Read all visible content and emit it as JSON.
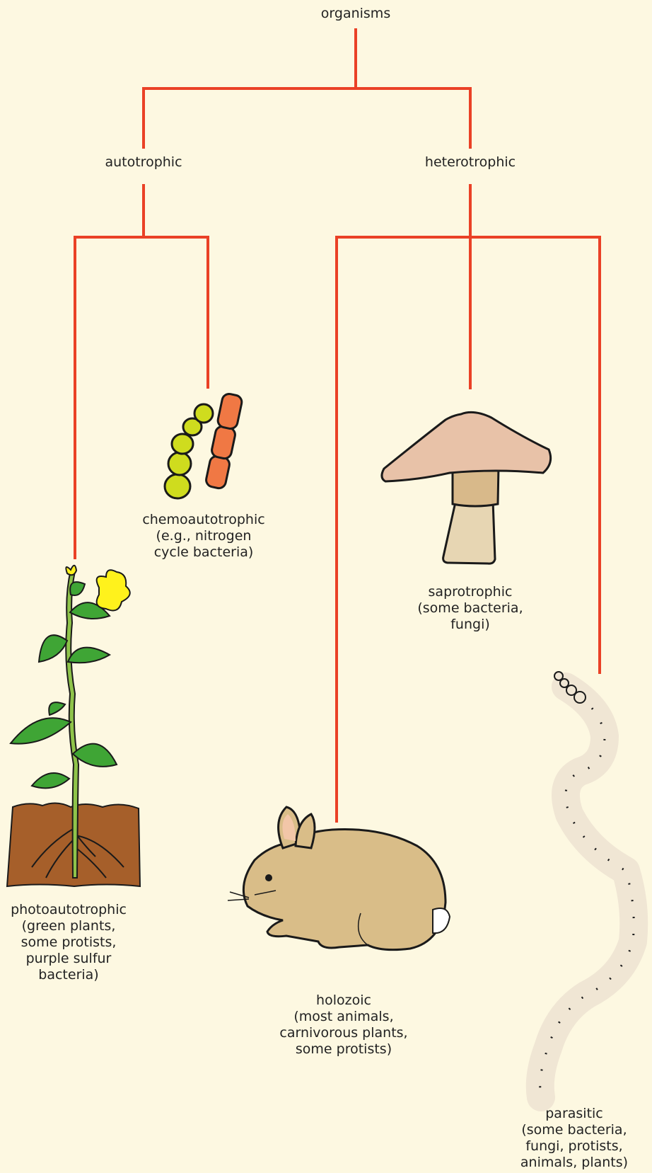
{
  "colors": {
    "background": "#fdf8e1",
    "tree_line": "#ea4126",
    "outline": "#1a1a1a",
    "leaf_green": "#3fa535",
    "flower_yellow": "#fff21c",
    "soil_brown": "#a65f2a",
    "bacteria_yellow_green": "#cfdc1e",
    "bacteria_orange": "#f07844",
    "mushroom_cap": "#e8c2a8",
    "mushroom_stem": "#e7d6b3",
    "rabbit_fur": "#d9bd88",
    "worm_segment": "#f0e6d4"
  },
  "nodes": {
    "root": {
      "label": "organisms"
    },
    "autotrophic": {
      "label": "autotrophic"
    },
    "heterotrophic": {
      "label": "heterotrophic"
    },
    "photoautotrophic": {
      "icon": "plant-icon",
      "lines": [
        "photoautotrophic",
        "(green plants,",
        "some protists,",
        "purple sulfur",
        "bacteria)"
      ]
    },
    "chemoautotrophic": {
      "icon": "bacteria-icon",
      "lines": [
        "chemoautotrophic",
        "(e.g., nitrogen",
        "cycle bacteria)"
      ]
    },
    "holozoic": {
      "icon": "rabbit-icon",
      "lines": [
        "holozoic",
        "(most animals,",
        "carnivorous plants,",
        "some protists)"
      ]
    },
    "saprotrophic": {
      "icon": "mushroom-icon",
      "lines": [
        "saprotrophic",
        "(some bacteria,",
        "fungi)"
      ]
    },
    "parasitic": {
      "icon": "worm-icon",
      "lines": [
        "parasitic",
        "(some bacteria,",
        "fungi, protists,",
        "animals, plants)"
      ]
    }
  }
}
